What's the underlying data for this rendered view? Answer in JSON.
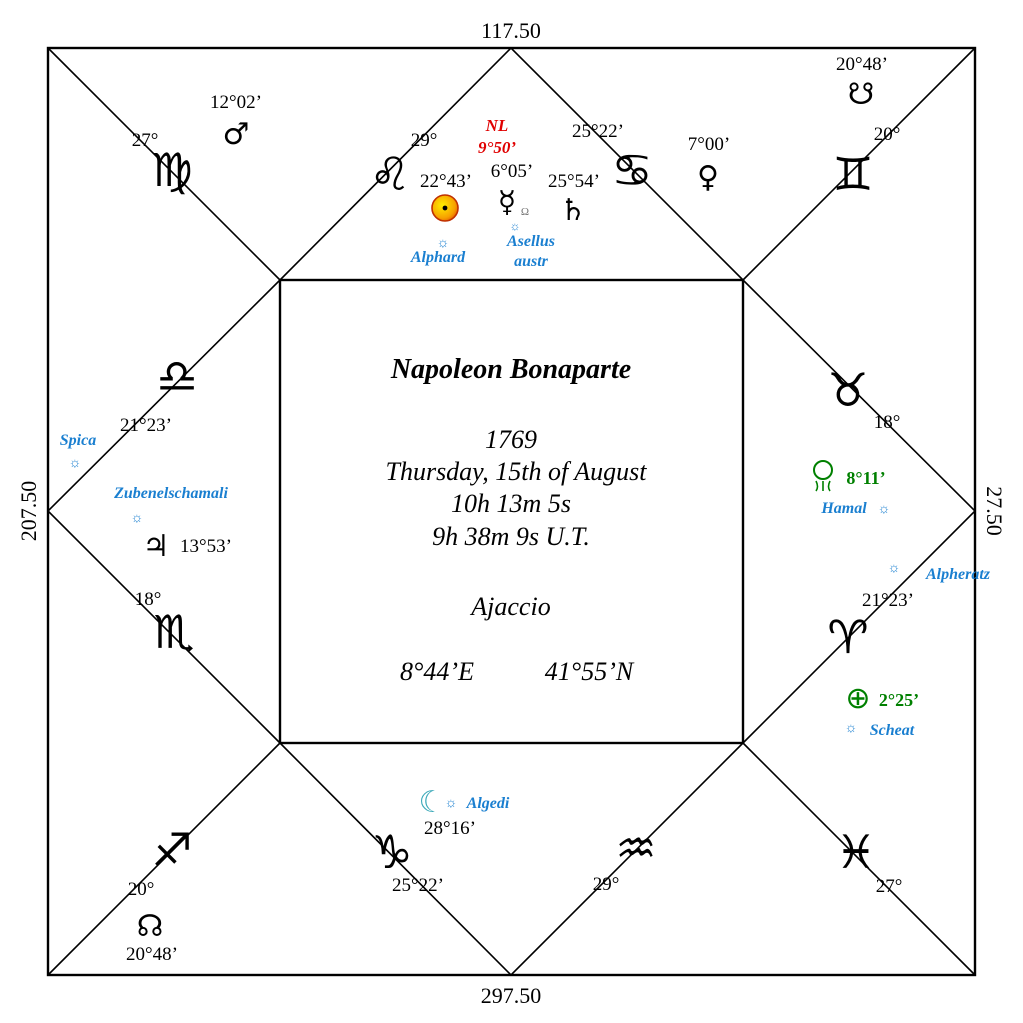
{
  "chart": {
    "title": "Napoleon Bonaparte",
    "year": "1769",
    "date": "Thursday, 15th of August",
    "local_time": "10h 13m 5s",
    "ut_time": "9h 38m 9s U.T.",
    "place": "Ajaccio",
    "longitude": "8°44’E",
    "latitude": "41°55’N"
  },
  "edges": {
    "top": "117.50",
    "bottom": "297.50",
    "left": "207.50",
    "right": "27.50"
  },
  "cusps": {
    "virgo": "27°",
    "leo": "29°",
    "cancer": "25°22’",
    "gemini": "20°",
    "taurus": "18°",
    "aries": "21°23’",
    "pisces": "27°",
    "aquarius": "29°",
    "capricorn": "25°22’",
    "sagittarius": "20°",
    "scorpio": "18°",
    "libra": "21°23’"
  },
  "signs": {
    "virgo": "♍",
    "leo": "♌",
    "cancer": "♋",
    "gemini": "♊",
    "taurus": "♉",
    "aries": "♈",
    "pisces": "♓",
    "aquarius": "♒",
    "capricorn": "♑",
    "sagittarius": "♐",
    "scorpio": "♏",
    "libra": "♎"
  },
  "planets": {
    "mars": {
      "glyph": "♂",
      "deg": "12°02’"
    },
    "sun": {
      "deg": "22°43’"
    },
    "mercury": {
      "glyph": "☿",
      "deg": "6°05’",
      "sub": "Ω"
    },
    "saturn": {
      "glyph": "♄",
      "deg": "25°54’"
    },
    "venus": {
      "glyph": "♀",
      "deg": "7°00’"
    },
    "south_node_top": {
      "glyph": "☋",
      "deg": "20°48’"
    },
    "jupiter": {
      "glyph": "♃",
      "deg": "13°53’"
    },
    "moon": {
      "glyph": "☾",
      "deg": "28°16’"
    },
    "north_node_bottom": {
      "glyph": "☊",
      "deg": "20°48’"
    },
    "lilith": {
      "deg": "8°11’",
      "color": "#008000"
    },
    "earth": {
      "glyph": "⊕",
      "deg": "2°25’",
      "color": "#008000"
    }
  },
  "lunation": {
    "label": "NL",
    "deg": "9°50’",
    "color": "#e00000"
  },
  "stars": {
    "alphard": "Alphard",
    "asellus_1": "Asellus",
    "asellus_2": "austr",
    "spica": "Spica",
    "zuben": "Zubenelschamali",
    "hamal": "Hamal",
    "alpheratz": "Alpheratz",
    "scheat": "Scheat",
    "algedi": "Algedi",
    "color": "#1a7fd0",
    "glyph": "☼"
  }
}
